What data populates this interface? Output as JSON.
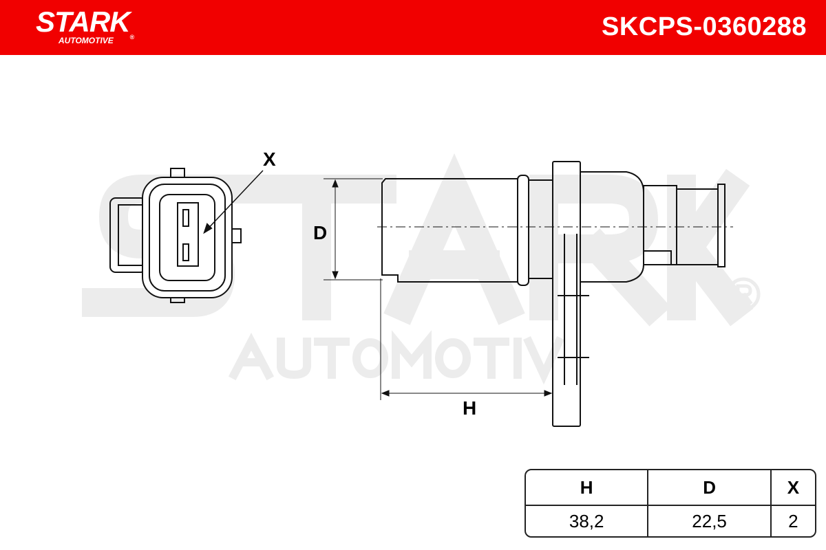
{
  "header": {
    "brand": "STARK",
    "brand_reg": "®",
    "brand_sub": "AUTOMOTIVE",
    "part_number": "SKCPS-0360288",
    "color": "#f10000"
  },
  "watermark": {
    "main": "STARK",
    "sub": "AUTOMOTIVE",
    "reg": "®"
  },
  "drawing": {
    "label_x": "X",
    "label_d": "D",
    "label_h": "H"
  },
  "table": {
    "headers": [
      "H",
      "D",
      "X"
    ],
    "values": [
      "38,2",
      "22,5",
      "2"
    ]
  }
}
